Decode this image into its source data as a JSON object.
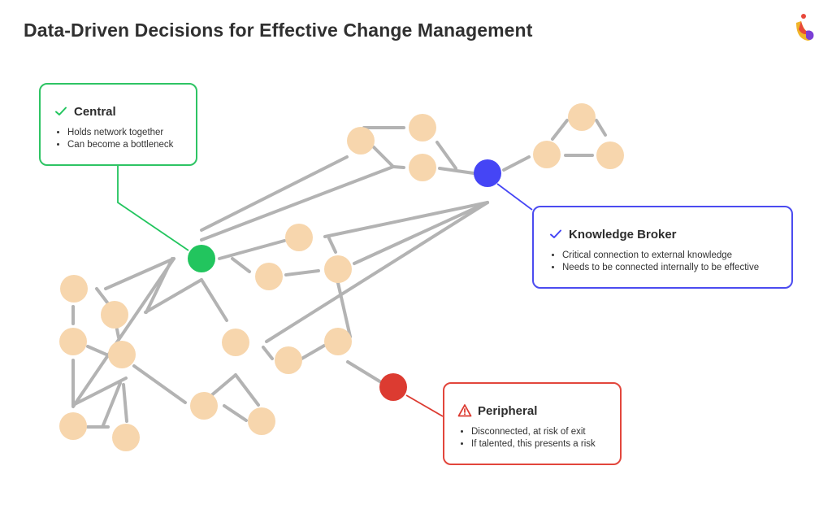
{
  "title": "Data-Driven Decisions for Effective Change Management",
  "colors": {
    "central": "#22c55e",
    "broker": "#4545f5",
    "peripheral": "#dc3b31",
    "node": "#f7d6ad",
    "edge": "#b3b3b3"
  },
  "icons": {
    "central": "check-icon",
    "broker": "check-icon",
    "peripheral": "warning-icon",
    "logo": "logo-icon"
  },
  "callouts": {
    "central": {
      "title": "Central",
      "bullets": [
        "Holds network together",
        "Can become a bottleneck"
      ]
    },
    "broker": {
      "title": "Knowledge Broker",
      "bullets": [
        "Critical connection to external knowledge",
        "Needs to be connected internally to be effective"
      ]
    },
    "peripheral": {
      "title": "Peripheral",
      "bullets": [
        "Disconnected, at risk of exit",
        "If talented, this presents a risk"
      ]
    }
  }
}
